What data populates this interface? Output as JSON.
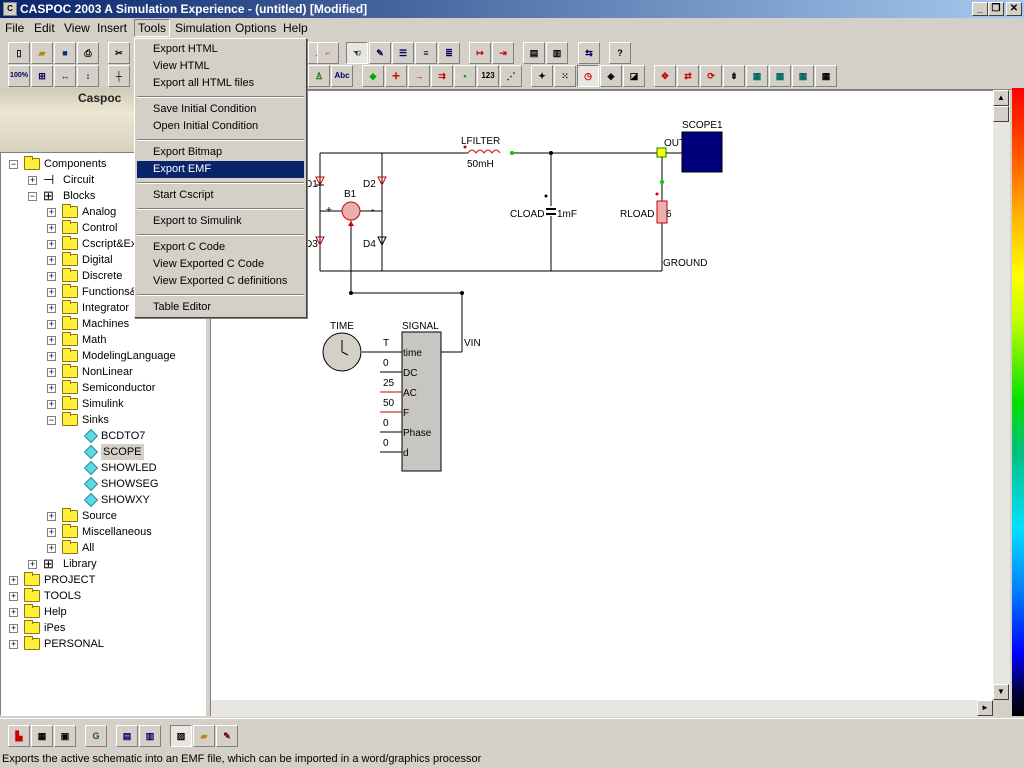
{
  "window": {
    "title": "CASPOC 2003 A Simulation Experience - (untitled) [Modified]",
    "icon": "app-icon",
    "controls": [
      "_",
      "❐",
      "✕"
    ]
  },
  "menubar": {
    "items": [
      "File",
      "Edit",
      "View",
      "Insert",
      "Tools",
      "Simulation",
      "Options",
      "Help"
    ],
    "open": "Tools"
  },
  "tools_menu": {
    "items": [
      {
        "label": "Export HTML"
      },
      {
        "label": "View HTML"
      },
      {
        "label": "Export all HTML files"
      },
      {
        "sep": true
      },
      {
        "label": "Save Initial Condition"
      },
      {
        "label": "Open Initial Condition"
      },
      {
        "sep": true
      },
      {
        "label": "Export Bitmap"
      },
      {
        "label": "Export EMF",
        "highlighted": true
      },
      {
        "sep": true
      },
      {
        "label": "Start Cscript"
      },
      {
        "sep": true
      },
      {
        "label": "Export to Simulink"
      },
      {
        "sep": true
      },
      {
        "label": "Export C Code"
      },
      {
        "label": "View Exported C Code"
      },
      {
        "label": "View Exported C definitions"
      },
      {
        "sep": true
      },
      {
        "label": "Table Editor"
      }
    ]
  },
  "toolbar": {
    "zoom_label": "100%",
    "text_label": "Abc",
    "count_label": "123"
  },
  "logo": {
    "label": "Caspoc"
  },
  "tree": [
    {
      "label": "Components",
      "level": 0,
      "exp": "-",
      "icon": "folder"
    },
    {
      "label": "Circuit",
      "level": 1,
      "exp": "+",
      "icon": "circuit"
    },
    {
      "label": "Blocks",
      "level": 1,
      "exp": "-",
      "icon": "block"
    },
    {
      "label": "Analog",
      "level": 2,
      "exp": "+",
      "icon": "folder"
    },
    {
      "label": "Control",
      "level": 2,
      "exp": "+",
      "icon": "folder"
    },
    {
      "label": "Cscript&Ex",
      "level": 2,
      "exp": "+",
      "icon": "folder"
    },
    {
      "label": "Digital",
      "level": 2,
      "exp": "+",
      "icon": "folder"
    },
    {
      "label": "Discrete",
      "level": 2,
      "exp": "+",
      "icon": "folder"
    },
    {
      "label": "Functions&",
      "level": 2,
      "exp": "+",
      "icon": "folder"
    },
    {
      "label": "Integrator",
      "level": 2,
      "exp": "+",
      "icon": "folder"
    },
    {
      "label": "Machines",
      "level": 2,
      "exp": "+",
      "icon": "folder"
    },
    {
      "label": "Math",
      "level": 2,
      "exp": "+",
      "icon": "folder"
    },
    {
      "label": "ModelingLanguage",
      "level": 2,
      "exp": "+",
      "icon": "folder"
    },
    {
      "label": "NonLinear",
      "level": 2,
      "exp": "+",
      "icon": "folder"
    },
    {
      "label": "Semiconductor",
      "level": 2,
      "exp": "+",
      "icon": "folder"
    },
    {
      "label": "Simulink",
      "level": 2,
      "exp": "+",
      "icon": "folder"
    },
    {
      "label": "Sinks",
      "level": 2,
      "exp": "-",
      "icon": "folder"
    },
    {
      "label": "BCDTO7",
      "level": 3,
      "exp": "",
      "icon": "diamond"
    },
    {
      "label": "SCOPE",
      "level": 3,
      "exp": "",
      "icon": "diamond",
      "selected": true
    },
    {
      "label": "SHOWLED",
      "level": 3,
      "exp": "",
      "icon": "diamond"
    },
    {
      "label": "SHOWSEG",
      "level": 3,
      "exp": "",
      "icon": "diamond"
    },
    {
      "label": "SHOWXY",
      "level": 3,
      "exp": "",
      "icon": "diamond"
    },
    {
      "label": "Source",
      "level": 2,
      "exp": "+",
      "icon": "folder"
    },
    {
      "label": "Miscellaneous",
      "level": 2,
      "exp": "+",
      "icon": "folder"
    },
    {
      "label": "All",
      "level": 2,
      "exp": "+",
      "icon": "folder"
    },
    {
      "label": "Library",
      "level": 1,
      "exp": "+",
      "icon": "block"
    },
    {
      "label": "PROJECT",
      "level": 0,
      "exp": "+",
      "icon": "folder"
    },
    {
      "label": "TOOLS",
      "level": 0,
      "exp": "+",
      "icon": "folder"
    },
    {
      "label": "Help",
      "level": 0,
      "exp": "+",
      "icon": "folder"
    },
    {
      "label": "iPes",
      "level": 0,
      "exp": "+",
      "icon": "folder"
    },
    {
      "label": "PERSONAL",
      "level": 0,
      "exp": "+",
      "icon": "folder"
    }
  ],
  "schematic": {
    "lfilter": "LFILTER",
    "lfilter_val": "50mH",
    "scope": "SCOPE1",
    "out": "OUT",
    "d1": "D1",
    "d2": "D2",
    "d3": "D3",
    "d4": "D4",
    "b1": "B1",
    "plus": "+",
    "minus": "-",
    "cload": "CLOAD",
    "cload_val": "1mF",
    "rload": "RLOAD",
    "rload_val": "6",
    "ground": "GROUND",
    "time": "TIME",
    "signal": "SIGNAL",
    "vin": "VIN",
    "signal_inputs": [
      {
        "val": "T",
        "port": "time"
      },
      {
        "val": "0",
        "port": "DC"
      },
      {
        "val": "25",
        "port": "AC"
      },
      {
        "val": "50",
        "port": "F"
      },
      {
        "val": "0",
        "port": "Phase"
      },
      {
        "val": "0",
        "port": "d"
      }
    ]
  },
  "status": {
    "text": "Exports the active schematic into an EMF file, which can be imported in a word/graphics processor"
  }
}
